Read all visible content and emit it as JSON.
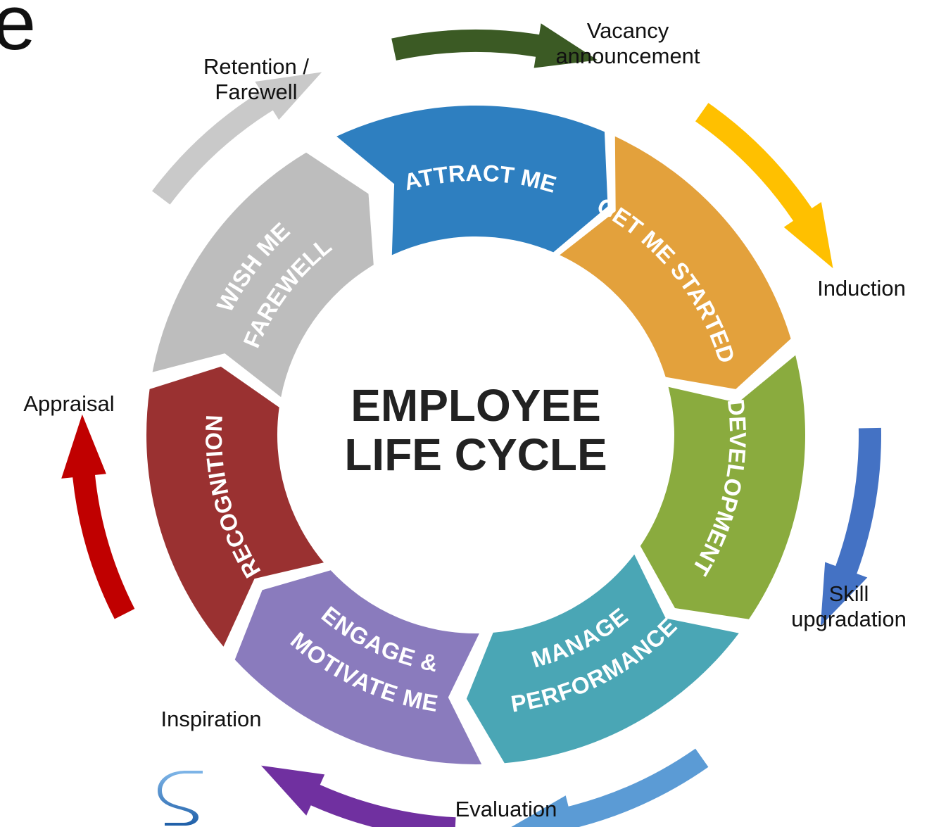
{
  "page_title_fragment": "e",
  "center_title": [
    "EMPLOYEE",
    "LIFE CYCLE"
  ],
  "stages": [
    {
      "lines": [
        "ATTRACT ME"
      ],
      "color": "#2e7fc0",
      "outer_label": [
        "Vacancy",
        "announcement"
      ],
      "arrow_color": "#3b5a24"
    },
    {
      "lines": [
        "GET ME STARTED"
      ],
      "color": "#e3a13c",
      "outer_label": [
        "Induction"
      ],
      "arrow_color": "#ffc000"
    },
    {
      "lines": [
        "DEVELOPMENT"
      ],
      "color": "#8aab3e",
      "outer_label": [
        "Skill",
        "upgradation"
      ],
      "arrow_color": "#4472c4"
    },
    {
      "lines": [
        "MANAGE",
        "PERFORMANCE"
      ],
      "color": "#4aa6b5",
      "outer_label": [
        "Evaluation"
      ],
      "arrow_color": "#5b9bd5"
    },
    {
      "lines": [
        "ENGAGE &",
        "MOTIVATE ME"
      ],
      "color": "#8a7bbd",
      "outer_label": [
        "Inspiration"
      ],
      "arrow_color": "#7030a0"
    },
    {
      "lines": [
        "RECOGNITION"
      ],
      "color": "#9a3131",
      "outer_label": [
        "Appraisal"
      ],
      "arrow_color": "#c00000"
    },
    {
      "lines": [
        "WISH  ME",
        "FAREWELL"
      ],
      "color": "#bdbdbd",
      "outer_label": [
        "Retention /",
        "Farewell"
      ],
      "arrow_color": "#c9c9c9"
    }
  ],
  "logo": {
    "icon": "s-logo-icon",
    "color": "#1f5fa8"
  }
}
